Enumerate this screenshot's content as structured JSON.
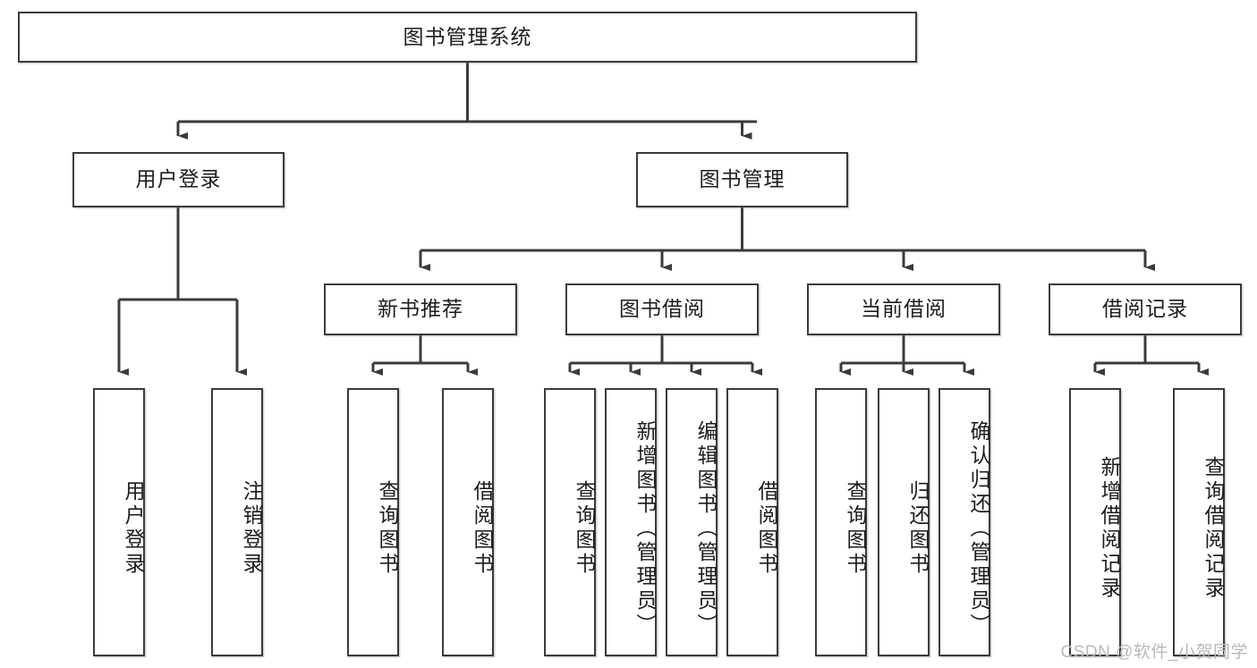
{
  "diagram": {
    "title": "图书管理系统",
    "type": "functional-structure-tree",
    "stroke_color": "#3b3b3b",
    "fill_color": "#ffffff",
    "text_color": "#1d1d1d"
  },
  "root": {
    "label": "图书管理系统"
  },
  "level2": [
    {
      "label": "用户登录"
    },
    {
      "label": "图书管理"
    }
  ],
  "level3": [
    {
      "label": "新书推荐"
    },
    {
      "label": "图书借阅"
    },
    {
      "label": "当前借阅"
    },
    {
      "label": "借阅记录"
    }
  ],
  "leaves": {
    "user_login": [
      {
        "label": "用户登录"
      },
      {
        "label": "注销登录"
      }
    ],
    "new_book_recommend": [
      {
        "label": "查询图书"
      },
      {
        "label": "借阅图书"
      }
    ],
    "book_borrow": [
      {
        "label": "查询图书"
      },
      {
        "label": "新增图书（管理员）"
      },
      {
        "label": "编辑图书（管理员）"
      },
      {
        "label": "借阅图书"
      }
    ],
    "current_borrow": [
      {
        "label": "查询图书"
      },
      {
        "label": "归还图书"
      },
      {
        "label": "确认归还（管理员）"
      }
    ],
    "borrow_record": [
      {
        "label": "新增借阅记录"
      },
      {
        "label": "查询借阅记录"
      }
    ]
  },
  "watermark": {
    "text": "CSDN @软件_小贺同学"
  }
}
